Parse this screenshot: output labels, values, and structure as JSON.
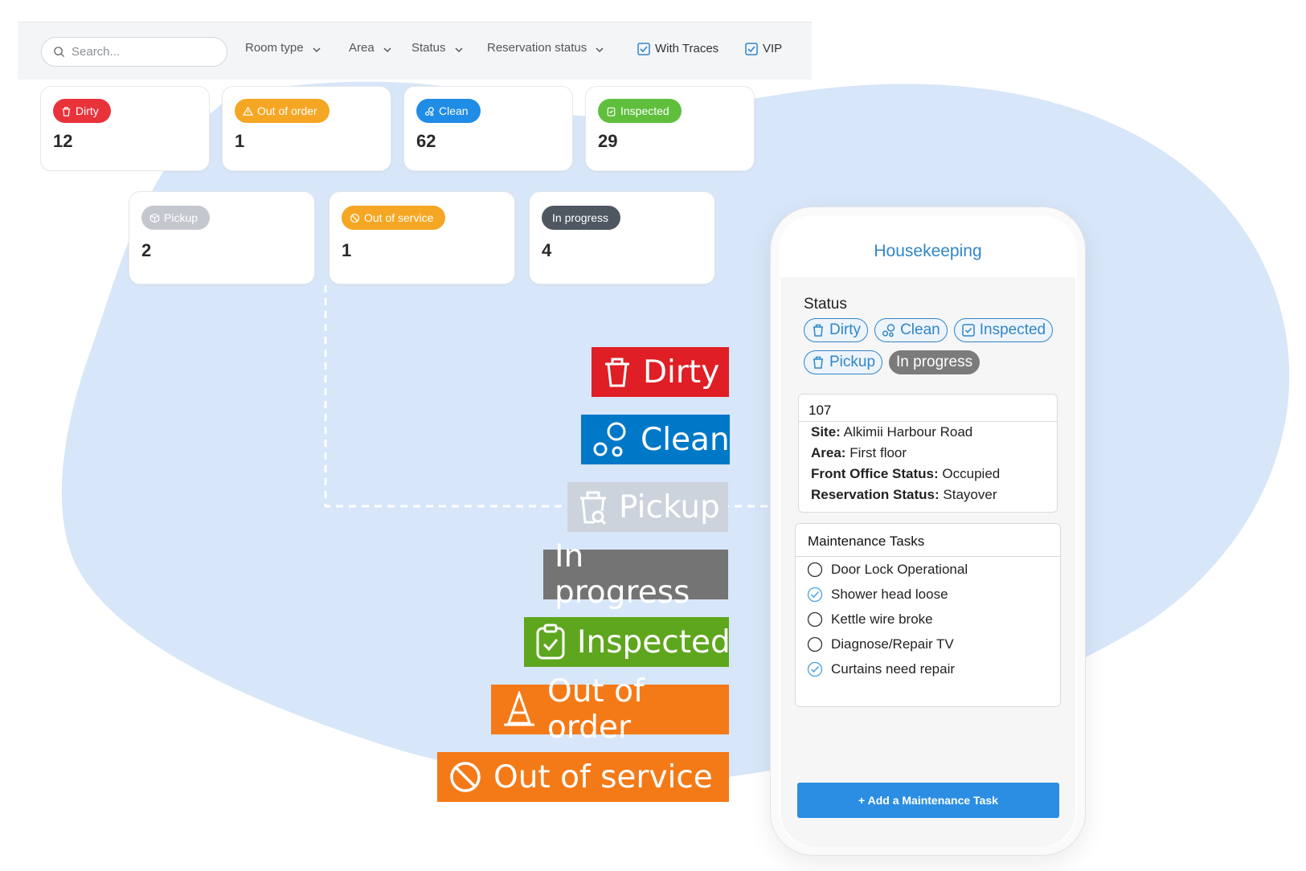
{
  "filters": {
    "search_placeholder": "Search...",
    "room_type": "Room type",
    "area": "Area",
    "status": "Status",
    "reservation_status": "Reservation status",
    "with_traces": "With Traces",
    "vip": "VIP"
  },
  "stats": [
    {
      "label": "Dirty",
      "count": "12",
      "color": "#e8333b",
      "icon": "trash-icon"
    },
    {
      "label": "Out of order",
      "count": "1",
      "color": "#f5a623",
      "icon": "warning-icon"
    },
    {
      "label": "Clean",
      "count": "62",
      "color": "#1f8ce6",
      "icon": "bubbles-icon"
    },
    {
      "label": "Inspected",
      "count": "29",
      "color": "#5fbf3c",
      "icon": "clipboard-icon"
    },
    {
      "label": "Pickup",
      "count": "2",
      "color": "#c4c8ce",
      "icon": "box-icon"
    },
    {
      "label": "Out of service",
      "count": "1",
      "color": "#f5a623",
      "icon": "ban-icon"
    },
    {
      "label": "In progress",
      "count": "4",
      "color": "#4f5761",
      "icon": ""
    }
  ],
  "legend": [
    {
      "label": "Dirty",
      "color": "#e01e25",
      "icon": "trash-icon"
    },
    {
      "label": "Clean",
      "color": "#0078c8",
      "icon": "bubbles-icon"
    },
    {
      "label": "Pickup",
      "color": "#cdd3dc",
      "icon": "trash-search-icon"
    },
    {
      "label": "In progress",
      "color": "#747474",
      "icon": ""
    },
    {
      "label": "Inspected",
      "color": "#5ea61e",
      "icon": "clipboard-check-icon"
    },
    {
      "label": "Out of order",
      "color": "#f47a18",
      "icon": "cone-icon"
    },
    {
      "label": "Out of service",
      "color": "#f47a18",
      "icon": "ban-icon"
    }
  ],
  "phone": {
    "title": "Housekeeping",
    "status_label": "Status",
    "chips": [
      {
        "label": "Dirty",
        "icon": "trash-icon"
      },
      {
        "label": "Clean",
        "icon": "bubbles-icon"
      },
      {
        "label": "Inspected",
        "icon": "clipboard-check-icon"
      },
      {
        "label": "Pickup",
        "icon": "trash-icon"
      },
      {
        "label": "In progress",
        "icon": ""
      }
    ],
    "room": {
      "number": "107",
      "site_key": "Site:",
      "site_val": "Alkimii Harbour Road",
      "area_key": "Area:",
      "area_val": "First floor",
      "fo_key": "Front Office Status:",
      "fo_val": "Occupied",
      "res_key": "Reservation Status:",
      "res_val": "Stayover"
    },
    "tasks_title": "Maintenance Tasks",
    "tasks": [
      {
        "label": "Door Lock Operational",
        "done": false
      },
      {
        "label": "Shower head loose",
        "done": true
      },
      {
        "label": "Kettle wire broke",
        "done": false
      },
      {
        "label": "Diagnose/Repair TV",
        "done": false
      },
      {
        "label": "Curtains need repair",
        "done": true
      }
    ],
    "add_button": "+ Add a Maintenance Task"
  },
  "colors": {
    "accent": "#2f86c9",
    "blob": "#d6e5f8",
    "button": "#2b8ee3"
  }
}
